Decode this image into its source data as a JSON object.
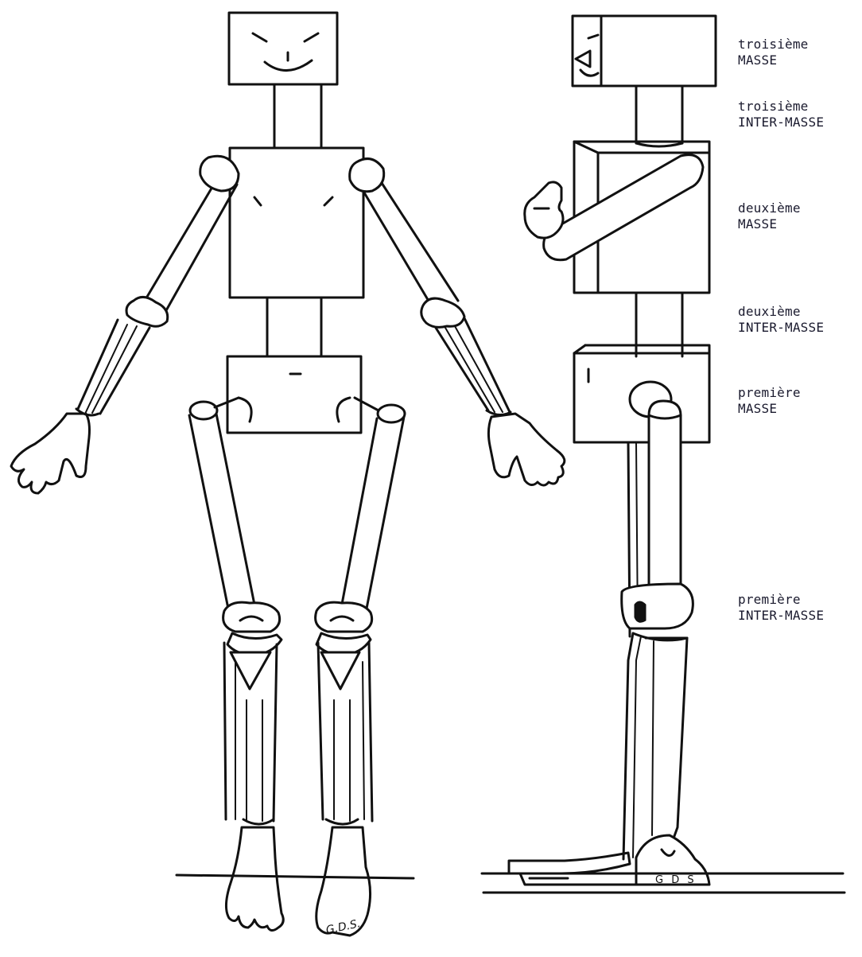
{
  "labels": {
    "third_mass": {
      "line1": "troisième",
      "line2": "MASSE"
    },
    "third_inter_mass": {
      "line1": "troisième",
      "line2": "INTER-MASSE"
    },
    "second_mass": {
      "line1": "deuxième",
      "line2": "MASSE"
    },
    "second_inter_mass": {
      "line1": "deuxième",
      "line2": "INTER-MASSE"
    },
    "first_mass": {
      "line1": "première",
      "line2": "MASSE"
    },
    "first_inter_mass": {
      "line1": "première",
      "line2": "INTER-MASSE"
    }
  },
  "signature_front": "G.D.S.",
  "signature_side": "G D S",
  "colors": {
    "ink": "#111111",
    "text": "#1a1a2e",
    "background": "#ffffff"
  }
}
